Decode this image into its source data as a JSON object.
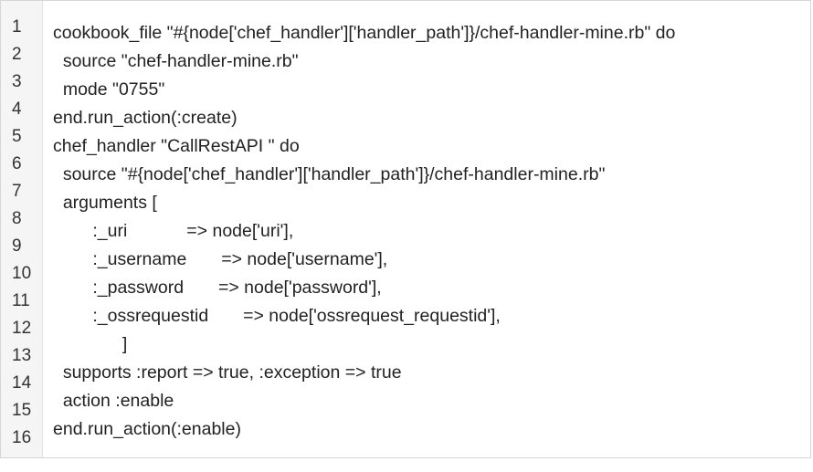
{
  "editor": {
    "lines": [
      {
        "num": "1",
        "text": "cookbook_file \"#{node['chef_handler']['handler_path']}/chef-handler-mine.rb\" do"
      },
      {
        "num": "2",
        "text": "  source \"chef-handler-mine.rb\""
      },
      {
        "num": "3",
        "text": "  mode \"0755\""
      },
      {
        "num": "4",
        "text": "end.run_action(:create)"
      },
      {
        "num": "5",
        "text": "chef_handler \"CallRestAPI \" do"
      },
      {
        "num": "6",
        "text": "  source \"#{node['chef_handler']['handler_path']}/chef-handler-mine.rb\""
      },
      {
        "num": "7",
        "text": "  arguments ["
      },
      {
        "num": "8",
        "text": "        :_uri            => node['uri'],"
      },
      {
        "num": "9",
        "text": "        :_username       => node['username'],"
      },
      {
        "num": "10",
        "text": "        :_password       => node['password'],"
      },
      {
        "num": "11",
        "text": "        :_ossrequestid       => node['ossrequest_requestid'],"
      },
      {
        "num": "12",
        "text": "              ]"
      },
      {
        "num": "13",
        "text": "  supports :report => true, :exception => true"
      },
      {
        "num": "14",
        "text": "  action :enable"
      },
      {
        "num": "15",
        "text": "end.run_action(:enable)"
      },
      {
        "num": "16",
        "text": ""
      }
    ]
  }
}
